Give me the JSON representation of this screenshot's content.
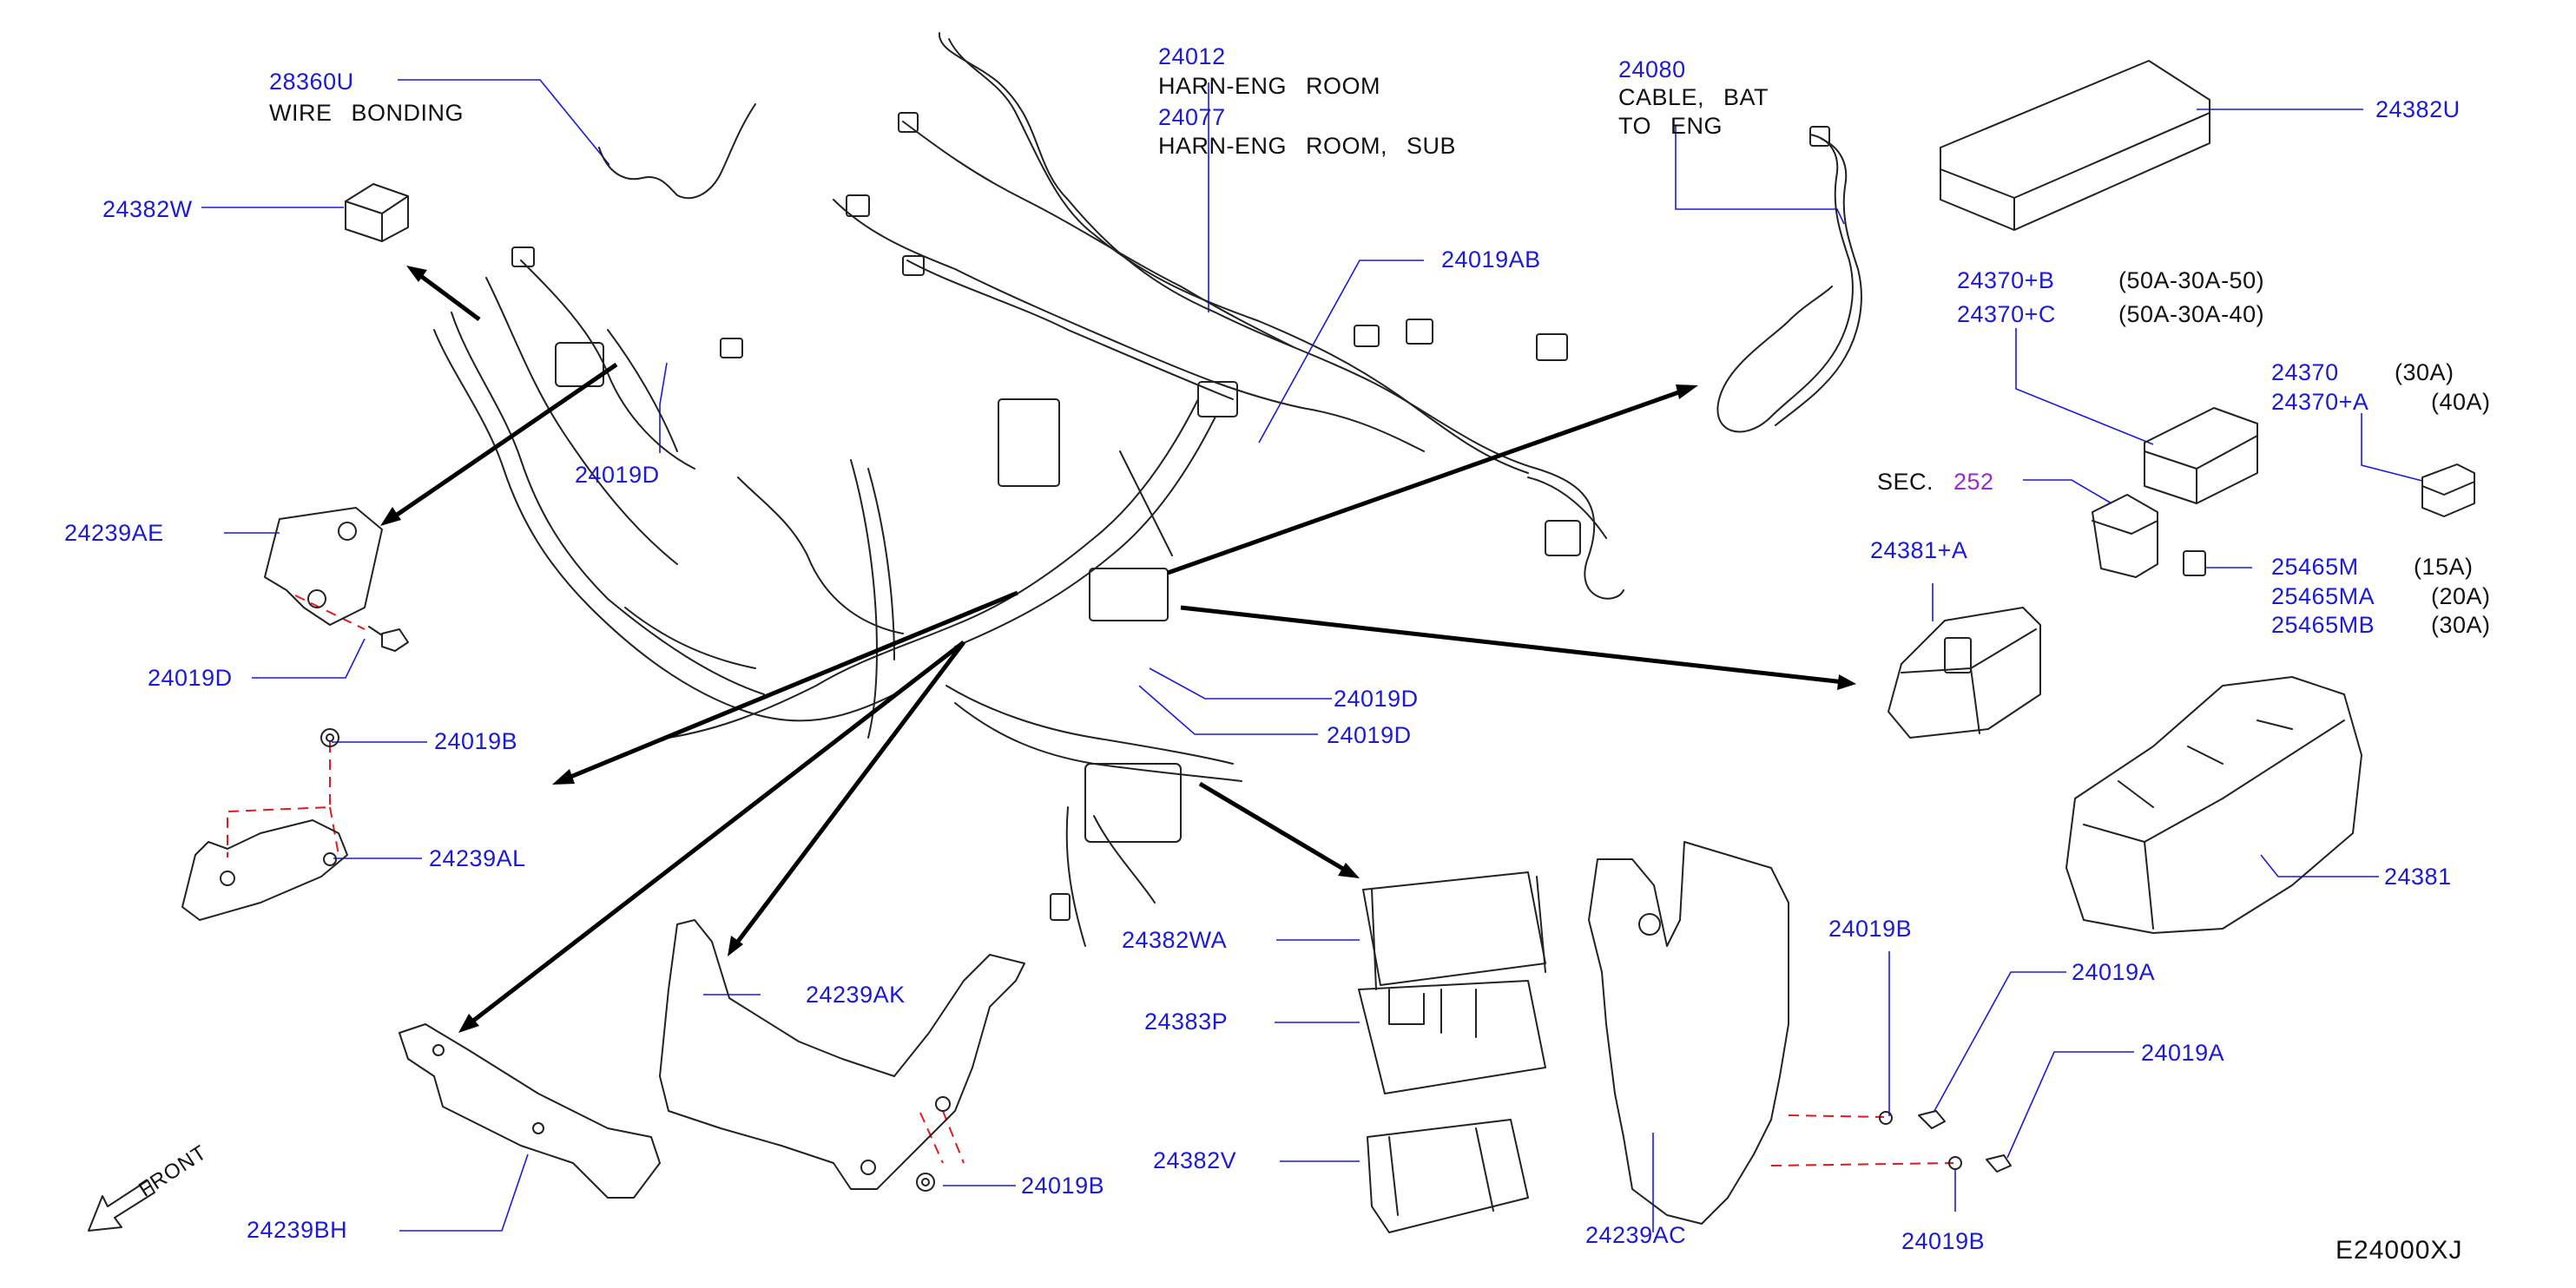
{
  "diagram": {
    "code": "E24000XJ",
    "front_label": "FRONT",
    "parts": [
      {
        "id": "p28360U",
        "number": "28360U",
        "description": "WIRE BONDING"
      },
      {
        "id": "p24382W",
        "number": "24382W"
      },
      {
        "id": "p24019D_a",
        "number": "24019D"
      },
      {
        "id": "p24239AE",
        "number": "24239AE"
      },
      {
        "id": "p24019D_b",
        "number": "24019D"
      },
      {
        "id": "p24019B_a",
        "number": "24019B"
      },
      {
        "id": "p24239AL",
        "number": "24239AL"
      },
      {
        "id": "p24239BH",
        "number": "24239BH"
      },
      {
        "id": "p24239AK",
        "number": "24239AK"
      },
      {
        "id": "p24019B_b",
        "number": "24019B"
      },
      {
        "id": "p24012",
        "number": "24012",
        "description": "HARN-ENG ROOM"
      },
      {
        "id": "p24077",
        "number": "24077",
        "description": "HARN-ENG ROOM, SUB"
      },
      {
        "id": "p24019AB",
        "number": "24019AB"
      },
      {
        "id": "p24019D_c",
        "number": "24019D"
      },
      {
        "id": "p24019D_d",
        "number": "24019D"
      },
      {
        "id": "p24382WA",
        "number": "24382WA"
      },
      {
        "id": "p24383P",
        "number": "24383P"
      },
      {
        "id": "p24382V",
        "number": "24382V"
      },
      {
        "id": "p24080",
        "number": "24080",
        "description": "CABLE, BAT TO ENG"
      },
      {
        "id": "p24382U",
        "number": "24382U"
      },
      {
        "id": "p24370B",
        "number": "24370+B",
        "note": "(50A-30A-50)"
      },
      {
        "id": "p24370C",
        "number": "24370+C",
        "note": "(50A-30A-40)"
      },
      {
        "id": "p24370",
        "number": "24370",
        "note": "(30A)"
      },
      {
        "id": "p24370A",
        "number": "24370+A",
        "note": "(40A)"
      },
      {
        "id": "pSEC",
        "label": "SEC.",
        "ref": "252"
      },
      {
        "id": "p24381A",
        "number": "24381+A"
      },
      {
        "id": "p25465M",
        "number": "25465M",
        "note": "(15A)"
      },
      {
        "id": "p25465MA",
        "number": "25465MA",
        "note": "(20A)"
      },
      {
        "id": "p25465MB",
        "number": "25465MB",
        "note": "(30A)"
      },
      {
        "id": "p24381",
        "number": "24381"
      },
      {
        "id": "p24019B_c",
        "number": "24019B"
      },
      {
        "id": "p24019A_a",
        "number": "24019A"
      },
      {
        "id": "p24019A_b",
        "number": "24019A"
      },
      {
        "id": "p24239AC",
        "number": "24239AC"
      },
      {
        "id": "p24019B_d",
        "number": "24019B"
      }
    ]
  }
}
